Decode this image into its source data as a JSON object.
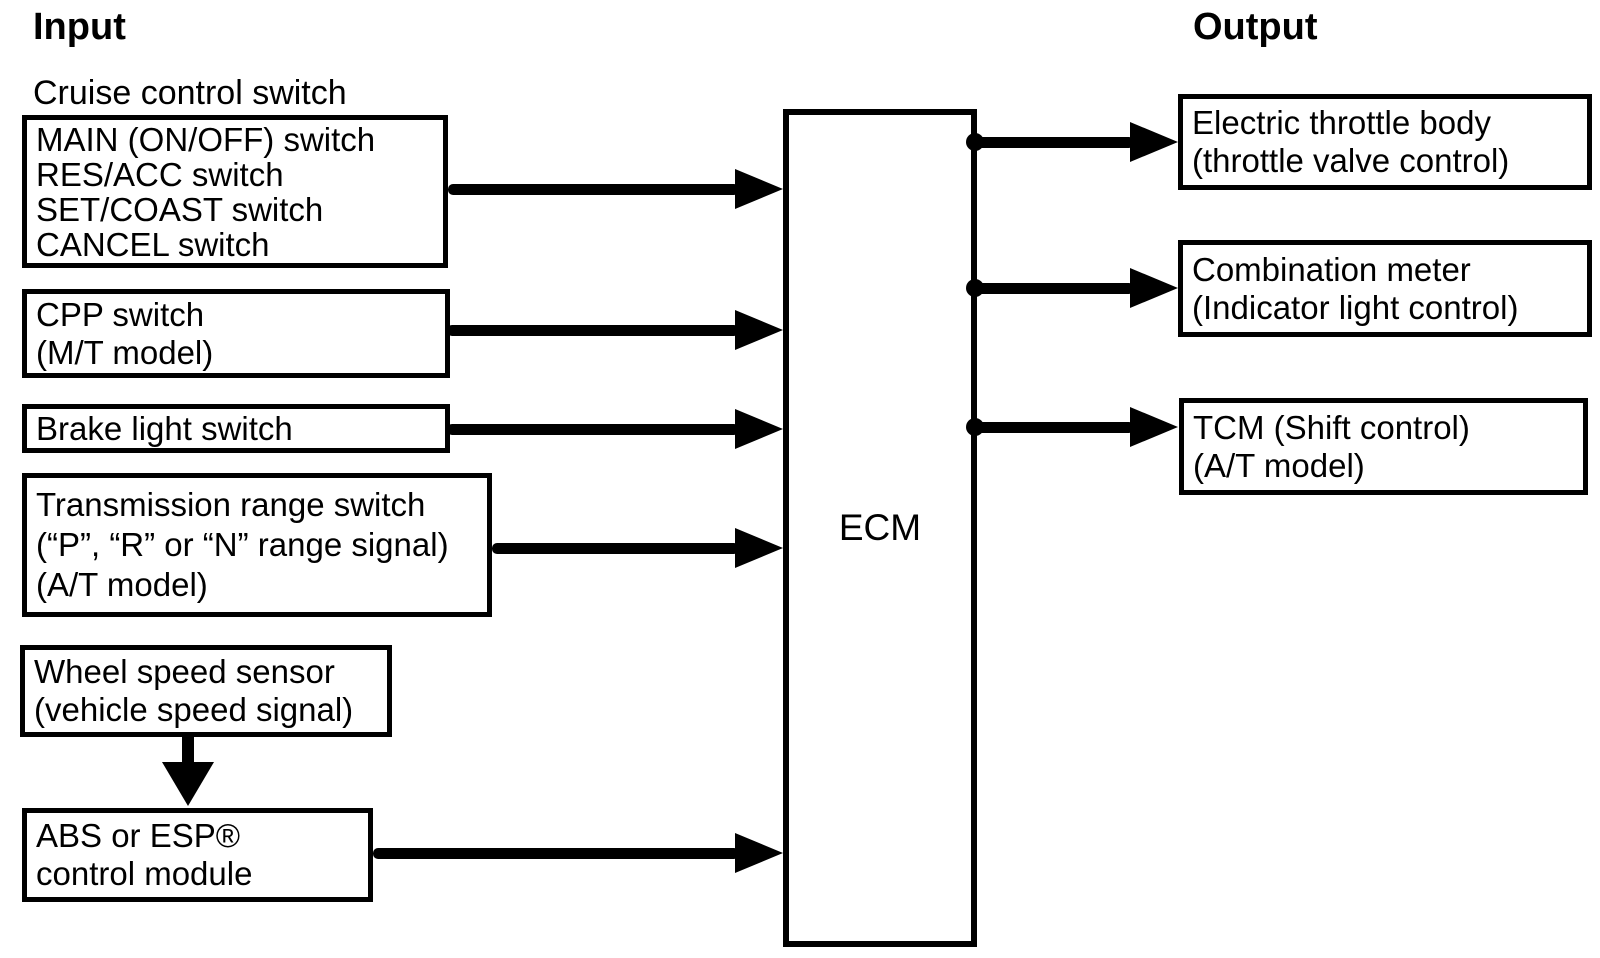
{
  "colors": {
    "foreground": "#000000",
    "background": "#ffffff"
  },
  "headers": {
    "input": "Input",
    "output": "Output"
  },
  "labels": {
    "cruise_group": "Cruise control switch"
  },
  "ecm": {
    "label": "ECM"
  },
  "input_boxes": [
    {
      "id": "cruise-control-switch",
      "lines": [
        "MAIN (ON/OFF) switch",
        "RES/ACC switch",
        "SET/COAST switch",
        "CANCEL switch"
      ]
    },
    {
      "id": "cpp-switch",
      "lines": [
        "CPP switch",
        "(M/T model)"
      ]
    },
    {
      "id": "brake-light-switch",
      "lines": [
        "Brake light switch"
      ]
    },
    {
      "id": "transmission-range-switch",
      "lines": [
        "Transmission range switch",
        "(“P”, “R” or “N” range signal)",
        "(A/T model)"
      ]
    },
    {
      "id": "wheel-speed-sensor",
      "lines": [
        "Wheel speed sensor",
        "(vehicle speed signal)"
      ]
    },
    {
      "id": "abs-esp-control-module",
      "lines": [
        "ABS or ESP®",
        "control module"
      ]
    }
  ],
  "output_boxes": [
    {
      "id": "electric-throttle-body",
      "lines": [
        "Electric throttle body",
        "(throttle valve control)"
      ]
    },
    {
      "id": "combination-meter",
      "lines": [
        "Combination meter",
        "(Indicator light control)"
      ]
    },
    {
      "id": "tcm",
      "lines": [
        "TCM (Shift control)",
        "(A/T model)"
      ]
    }
  ],
  "connections": [
    {
      "from": "cruise-control-switch",
      "to": "ecm"
    },
    {
      "from": "cpp-switch",
      "to": "ecm"
    },
    {
      "from": "brake-light-switch",
      "to": "ecm"
    },
    {
      "from": "transmission-range-switch",
      "to": "ecm"
    },
    {
      "from": "wheel-speed-sensor",
      "to": "abs-esp-control-module"
    },
    {
      "from": "abs-esp-control-module",
      "to": "ecm"
    },
    {
      "from": "ecm",
      "to": "electric-throttle-body"
    },
    {
      "from": "ecm",
      "to": "combination-meter"
    },
    {
      "from": "ecm",
      "to": "tcm"
    }
  ]
}
